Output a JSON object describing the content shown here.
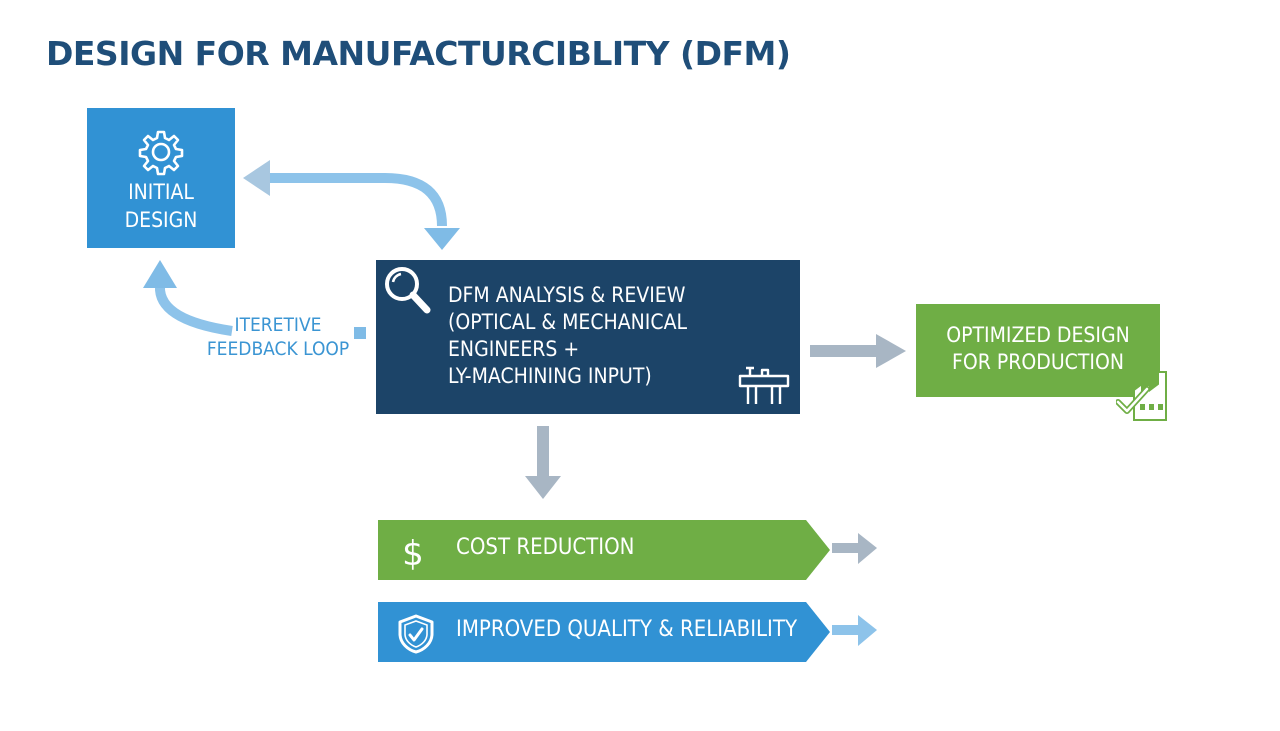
{
  "title": "DESIGN FOR MANUFACTURCIBLITY (DFM)",
  "nodes": {
    "initial_design": {
      "label": "INITIAL\nDESIGN",
      "icon": "gear-icon"
    },
    "dfm_analysis": {
      "label": "DFM ANALYSIS & REVIEW\n(OPTICAL & MECHANICAL\nENGINEERS +\nLY-MACHINING INPUT)",
      "icons": [
        "magnifier-icon",
        "machine-tool-icon"
      ]
    },
    "optimized_design": {
      "label": "OPTIMIZED DESIGN\nFOR PRODUCTION",
      "icon": "factory-check-icon"
    },
    "feedback_loop": {
      "label": "ITERETIVE\nFEEDBACK LOOP"
    }
  },
  "outcomes": [
    {
      "label": "COST REDUCTION",
      "icon": "dollar-icon",
      "color": "#6fae45"
    },
    {
      "label": "IMPROVED QUALITY & RELIABILITY",
      "icon": "shield-check-icon",
      "color": "#3192d4"
    }
  ],
  "colors": {
    "title": "#1f4e79",
    "initial_design": "#3192d4",
    "dfm_analysis": "#1c4468",
    "optimized_design": "#6fae45",
    "connector_blue": "#8dc3ea",
    "connector_gray": "#a8b6c4",
    "feedback_text": "#3b95d3"
  }
}
